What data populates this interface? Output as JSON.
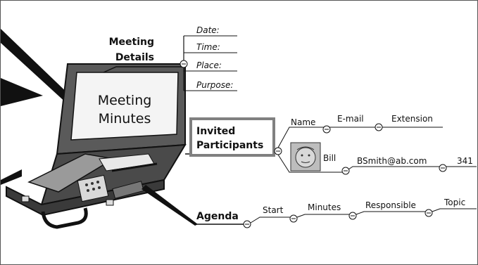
{
  "screen": {
    "title_lines": [
      "Meeting",
      "Minutes"
    ]
  },
  "meeting_details": {
    "title_lines": [
      "Meeting",
      "Details"
    ],
    "fields": [
      "Date:",
      "Time:",
      "Place:",
      "Purpose:"
    ]
  },
  "participants": {
    "title_lines": [
      "Invited",
      "Participants"
    ],
    "header": {
      "name": "Name",
      "email": "E-mail",
      "extension": "Extension"
    },
    "person": {
      "name": "Bill",
      "email": "BSmith@ab.com",
      "extension": "341"
    }
  },
  "agenda": {
    "title": "Agenda",
    "columns": [
      "Start",
      "Minutes",
      "Responsible",
      "Topic"
    ]
  },
  "colors": {
    "ink": "#111111",
    "frame": "#808080",
    "screen": "#f4f4f4",
    "case": "#5a5a5a"
  }
}
